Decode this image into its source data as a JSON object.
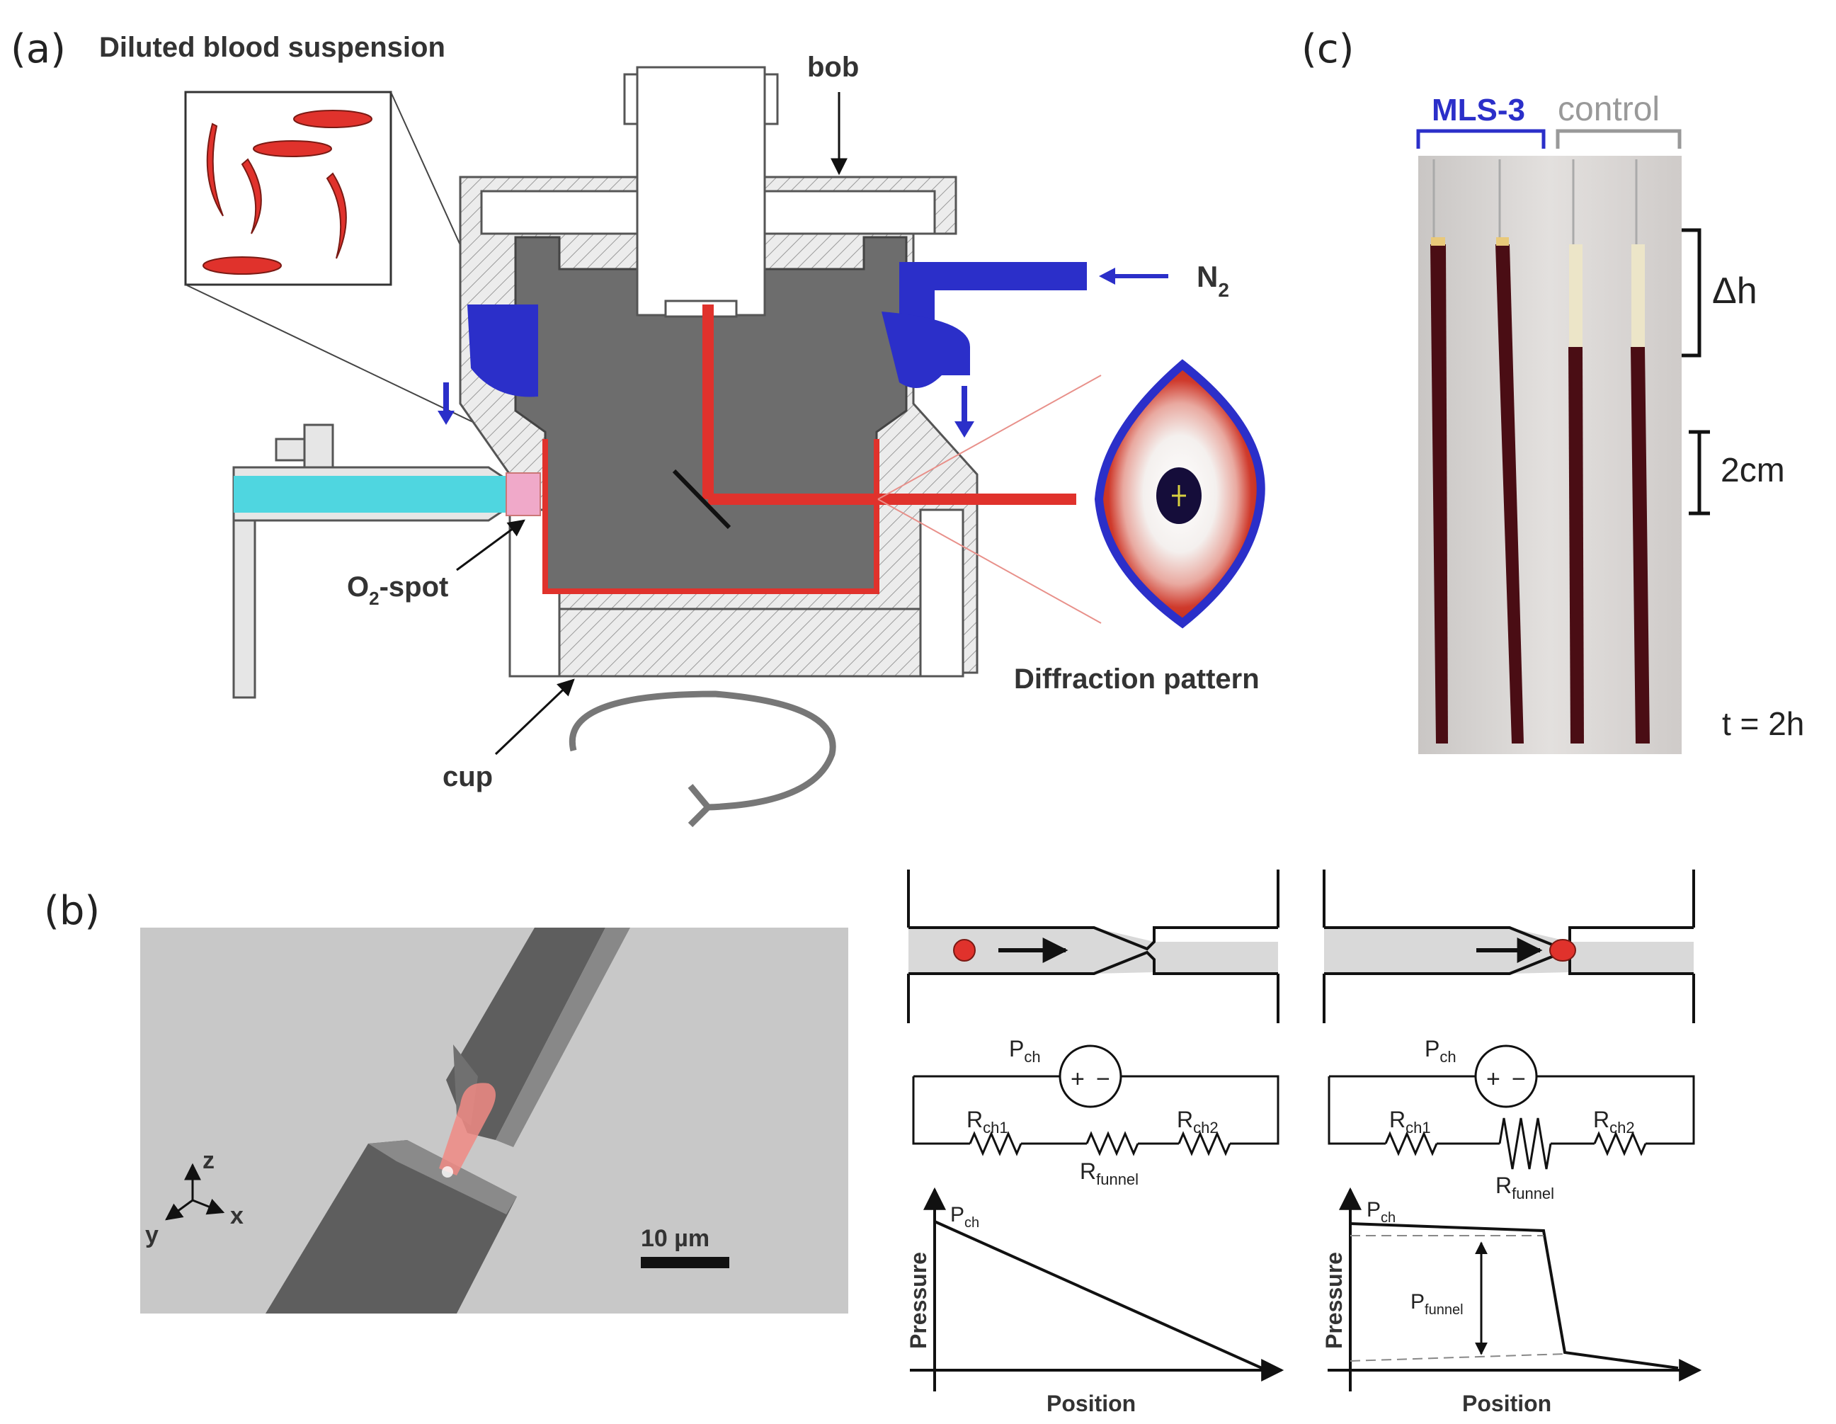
{
  "panels": {
    "a": {
      "label": "(a)",
      "diluted_blood": "Diluted blood suspension",
      "bob": "bob",
      "n2": "N",
      "n2_sub": "2",
      "o2_pre": "O",
      "o2_sub": "2",
      "o2_post": "-spot",
      "diffraction": "Diffraction pattern",
      "cup": "cup"
    },
    "b": {
      "label": "(b)",
      "axis_z": "z",
      "axis_x": "x",
      "axis_y": "y",
      "scalebar": "10 µm",
      "circuit_left": {
        "p": "P",
        "p_sub": "ch",
        "r1": "R",
        "r1_sub": "ch1",
        "rf": "R",
        "rf_sub": "funnel",
        "r2": "R",
        "r2_sub": "ch2",
        "plus": "+",
        "minus": "−"
      },
      "circuit_right": {
        "p": "P",
        "p_sub": "ch",
        "r1": "R",
        "r1_sub": "ch1",
        "rf": "R",
        "rf_sub": "funnel",
        "r2": "R",
        "r2_sub": "ch2",
        "plus": "+",
        "minus": "−"
      },
      "plot_left": {
        "ylabel": "Pressure",
        "xlabel": "Position",
        "p": "P",
        "p_sub": "ch"
      },
      "plot_right": {
        "ylabel": "Pressure",
        "xlabel": "Position",
        "p": "P",
        "p_sub": "ch",
        "pf": "P",
        "pf_sub": "funnel"
      }
    },
    "c": {
      "label": "(c)",
      "mls": "MLS-3",
      "control": "control",
      "dh": "Δh",
      "scale": "2cm",
      "time": "t = 2h"
    }
  },
  "colors": {
    "red": "#e0322c",
    "blue": "#2b2fc9",
    "gray": "#6d6d6d",
    "cyan": "#4fd6e0",
    "blood": "#4a0d14"
  }
}
